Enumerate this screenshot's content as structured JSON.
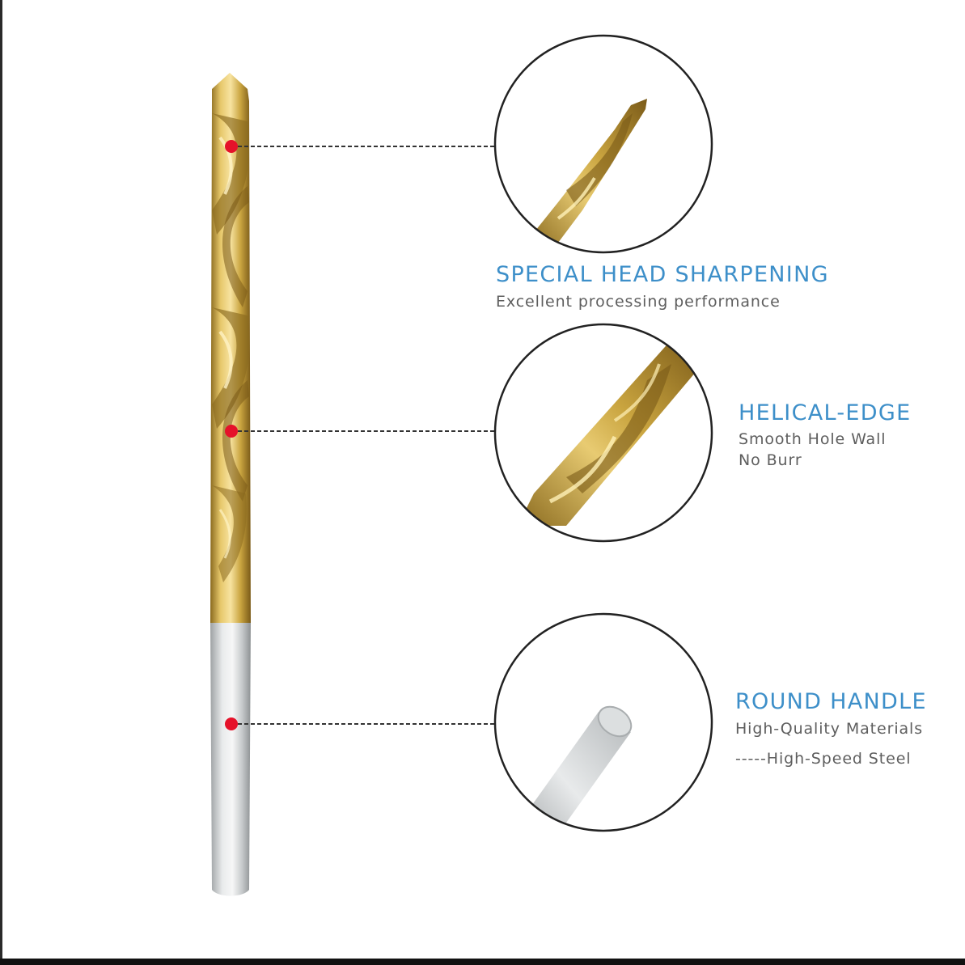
{
  "colors": {
    "title_blue": "#3d8fc9",
    "subtitle_gray": "#5e5e5e",
    "marker_red": "#e5122a",
    "gold": "#c9a43f",
    "silver": "#c9cccd"
  },
  "features": [
    {
      "title": "SPECIAL HEAD SHARPENING",
      "lines": [
        "Excellent processing performance"
      ]
    },
    {
      "title": "HELICAL-EDGE",
      "lines": [
        "Smooth Hole Wall",
        "No Burr"
      ]
    },
    {
      "title": "ROUND HANDLE",
      "lines": [
        "High-Quality Materials",
        "-----High-Speed Steel"
      ]
    }
  ]
}
